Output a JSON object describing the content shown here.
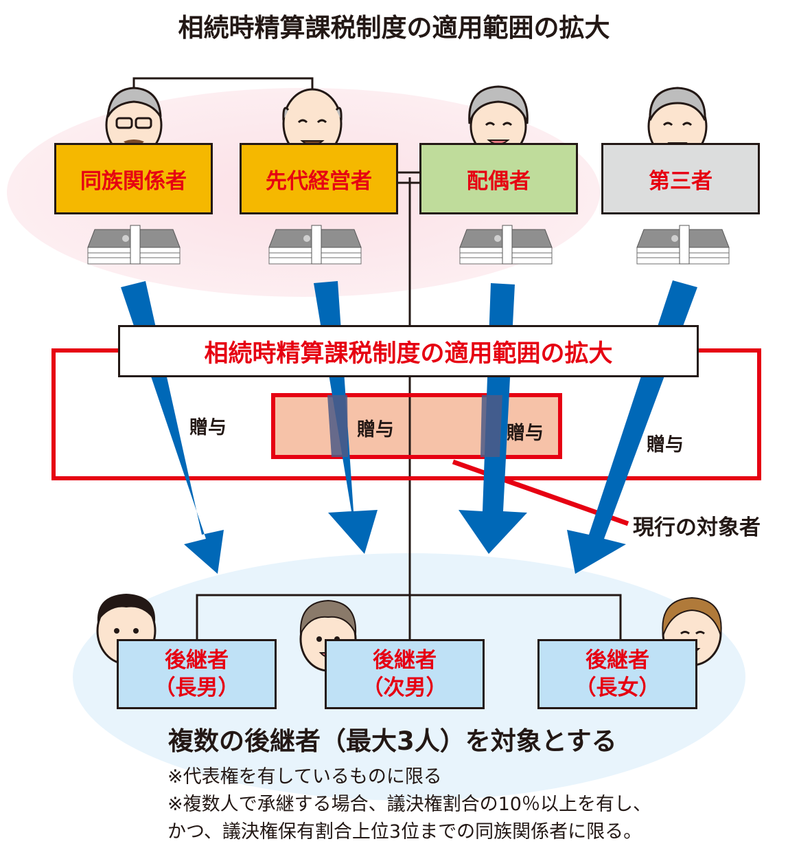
{
  "title": "相続時精算課税制度の適用範囲の拡大",
  "givers": [
    {
      "label": "同族関係者",
      "color": "#f5b800"
    },
    {
      "label": "先代経営者",
      "color": "#f5b800"
    },
    {
      "label": "配偶者",
      "color": "#bfdc9b"
    },
    {
      "label": "第三者",
      "color": "#dcdddd"
    }
  ],
  "band": {
    "title": "相続時精算課税制度の適用範囲の拡大",
    "gift_labels": [
      "贈与",
      "贈与",
      "贈与",
      "贈与"
    ],
    "current_target_label": "現行の対象者"
  },
  "heirs": [
    {
      "label": "後継者\n（長男）"
    },
    {
      "label": "後継者\n（次男）"
    },
    {
      "label": "後継者\n（長女）"
    }
  ],
  "multi_heir_text": "複数の後継者（最大3人）を対象とする",
  "notes": [
    "※代表権を有しているものに限る",
    "※複数人で承継する場合、議決権割合の10％以上を有し、",
    "かつ、議決権保有割合上位3位までの同族関係者に限る。"
  ],
  "colors": {
    "accent_red": "#e60012",
    "arrow_blue": "#0068b7",
    "current_box": "#f6c2a8",
    "heir_box": "#bfe1f6"
  }
}
